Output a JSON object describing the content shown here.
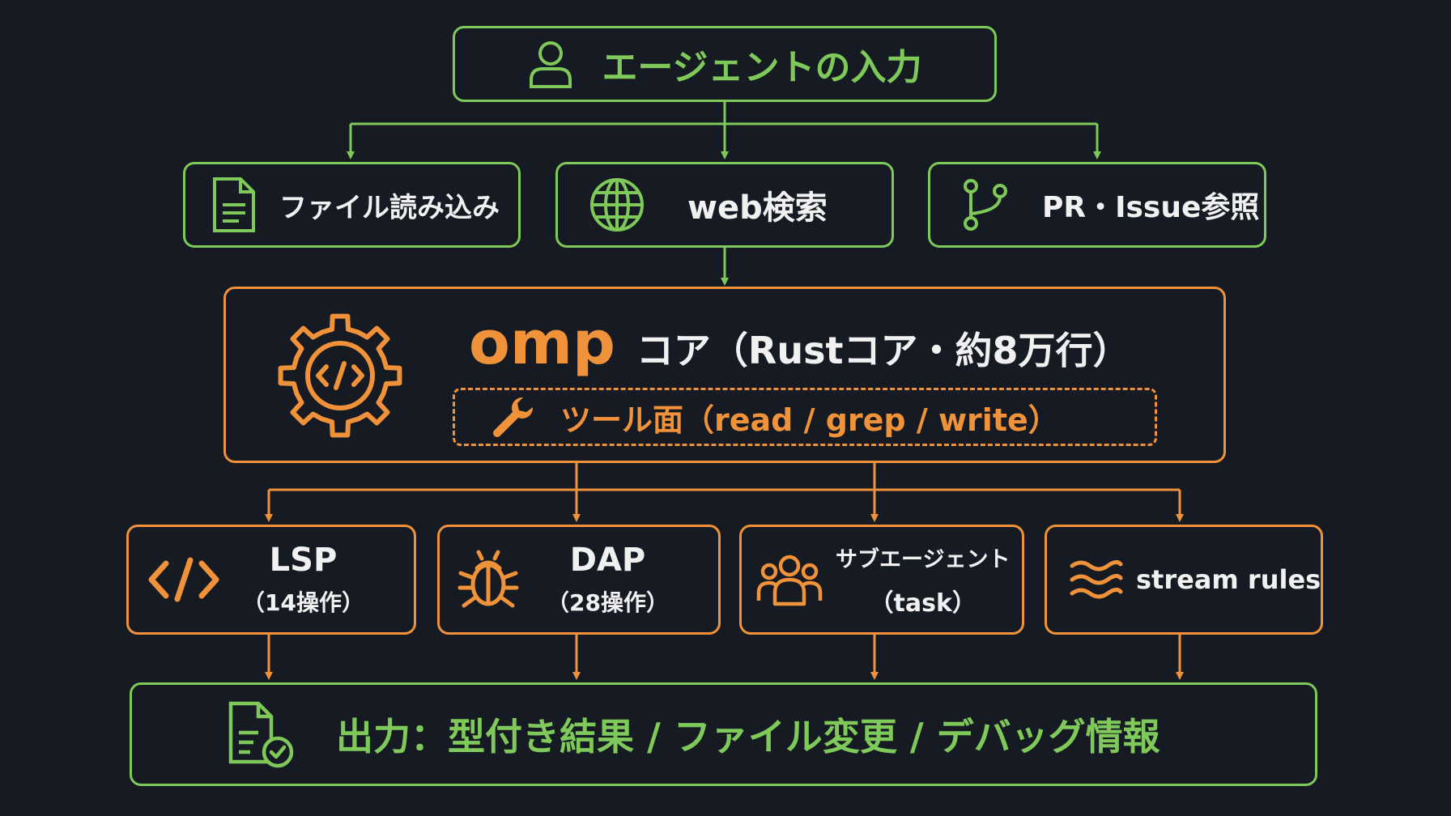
{
  "colors": {
    "background": "#161a22",
    "green": "#7fc95a",
    "orange": "#f0923a",
    "text": "#f1f1f1"
  },
  "input": {
    "label": "エージェントの入力",
    "icon": "user-icon"
  },
  "sources": [
    {
      "label": "ファイル読み込み",
      "icon": "document-icon"
    },
    {
      "label": "web検索",
      "icon": "globe-icon"
    },
    {
      "label": "PR・Issue参照",
      "icon": "git-branch-icon"
    }
  ],
  "core": {
    "name": "omp",
    "title": "コア（Rustコア・約8万行）",
    "icon": "gear-code-icon",
    "tools": {
      "label": "ツール面（read / grep / write）",
      "icon": "wrench-icon"
    }
  },
  "modules": [
    {
      "title": "LSP",
      "subtitle": "（14操作）",
      "icon": "code-icon"
    },
    {
      "title": "DAP",
      "subtitle": "（28操作）",
      "icon": "bug-icon"
    },
    {
      "title": "サブエージェント",
      "subtitle": "（task）",
      "icon": "users-icon"
    },
    {
      "title": "stream rules",
      "subtitle": "",
      "icon": "waves-icon"
    }
  ],
  "output": {
    "label": "出力：型付き結果 / ファイル変更 / デバッグ情報",
    "icon": "document-check-icon"
  }
}
